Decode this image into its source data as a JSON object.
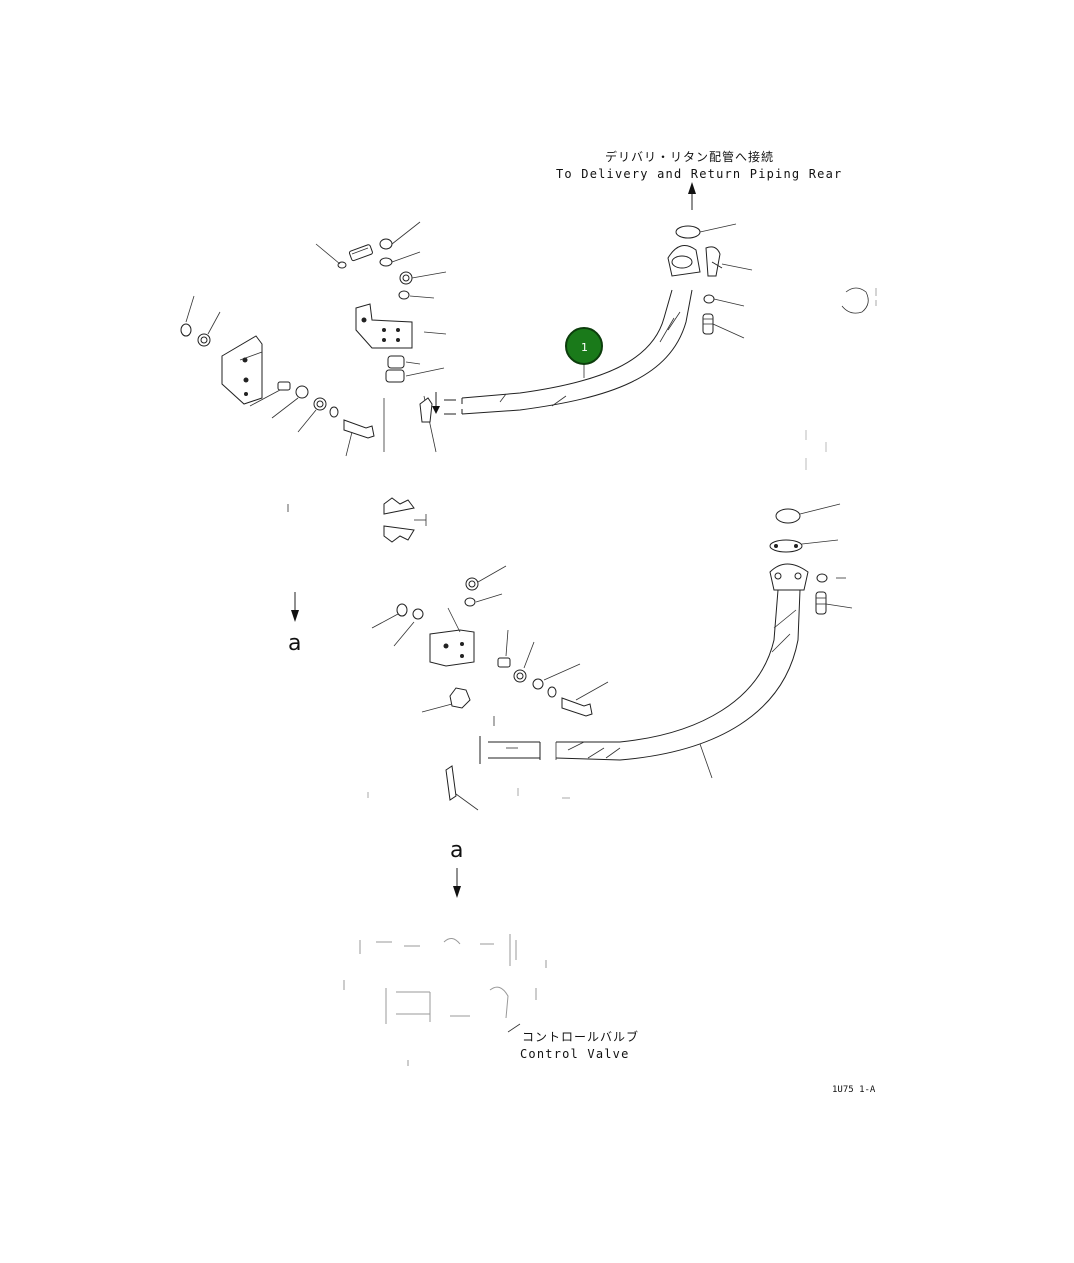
{
  "labels": {
    "to_delivery_jp": "デリバリ・リタン配管へ接続",
    "to_delivery_en": "To Delivery and Return Piping Rear",
    "view_a_upper": "a",
    "view_a_lower": "a",
    "control_valve_jp": "コントロールバルブ",
    "control_valve_en": "Control Valve",
    "figure_code": "1U75 1-A"
  },
  "callouts": [
    {
      "number": "1",
      "color": "#1a7a1a"
    }
  ]
}
